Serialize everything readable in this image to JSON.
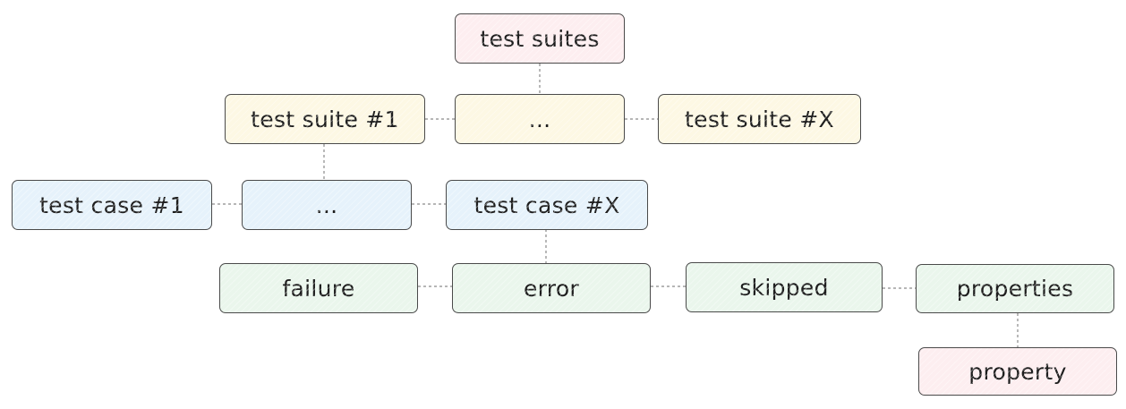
{
  "colors": {
    "pink": "#fdeef0",
    "yellow": "#fdf8e4",
    "blue": "#e6f2fb",
    "green": "#eaf6ec",
    "border": "#4a4a4a",
    "connector": "#8a8a8a"
  },
  "nodes": {
    "root": "test suites",
    "suite_1": "test suite #1",
    "suite_ellipsis": "...",
    "suite_x": "test suite #X",
    "case_1": "test case #1",
    "case_ellipsis": "...",
    "case_x": "test case #X",
    "failure": "failure",
    "error": "error",
    "skipped": "skipped",
    "properties": "properties",
    "property": "property"
  }
}
